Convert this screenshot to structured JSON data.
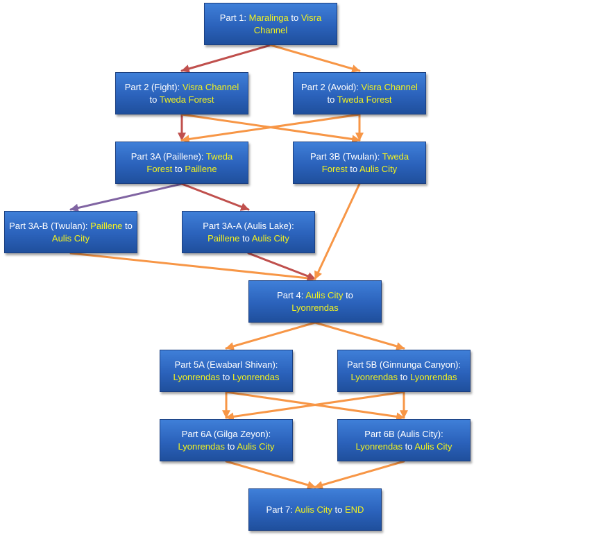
{
  "diagram": {
    "colors": {
      "box_top": "#3f7fd8",
      "box_bottom": "#1f4f9c",
      "text": "#ffffff",
      "place": "#f2f21f",
      "edge_red": "#c0504d",
      "edge_orange": "#f79646",
      "edge_purple": "#8064a2"
    },
    "nodes": [
      {
        "id": "p1",
        "segments": [
          {
            "t": "Part 1:  ",
            "y": false
          },
          {
            "t": "Maralinga",
            "y": true
          },
          {
            "t": " to ",
            "y": false
          },
          {
            "t": "Visra Channel",
            "y": true
          }
        ]
      },
      {
        "id": "p2f",
        "segments": [
          {
            "t": "Part 2 (Fight): ",
            "y": false
          },
          {
            "t": "Visra Channel",
            "y": true
          },
          {
            "t": " to ",
            "y": false
          },
          {
            "t": "Tweda Forest",
            "y": true
          }
        ]
      },
      {
        "id": "p2a",
        "segments": [
          {
            "t": "Part 2 (Avoid): ",
            "y": false
          },
          {
            "t": "Visra Channel",
            "y": true
          },
          {
            "t": " to ",
            "y": false
          },
          {
            "t": "Tweda Forest",
            "y": true
          }
        ]
      },
      {
        "id": "p3a",
        "segments": [
          {
            "t": "Part 3A (Paillene): ",
            "y": false
          },
          {
            "t": "Tweda Forest",
            "y": true
          },
          {
            "t": " to ",
            "y": false
          },
          {
            "t": "Paillene",
            "y": true
          }
        ]
      },
      {
        "id": "p3b",
        "segments": [
          {
            "t": "Part 3B (Twulan): ",
            "y": false
          },
          {
            "t": "Tweda Forest",
            "y": true
          },
          {
            "t": " to ",
            "y": false
          },
          {
            "t": "Aulis City",
            "y": true
          }
        ]
      },
      {
        "id": "p3ab",
        "segments": [
          {
            "t": "Part 3A-B (Twulan): ",
            "y": false
          },
          {
            "t": "Paillene",
            "y": true
          },
          {
            "t": " to ",
            "y": false
          },
          {
            "t": "Aulis City",
            "y": true
          }
        ]
      },
      {
        "id": "p3aa",
        "segments": [
          {
            "t": "Part 3A-A (Aulis Lake): ",
            "y": false
          },
          {
            "t": "Paillene",
            "y": true
          },
          {
            "t": " to ",
            "y": false
          },
          {
            "t": "Aulis City",
            "y": true
          }
        ]
      },
      {
        "id": "p4",
        "segments": [
          {
            "t": "Part 4:  ",
            "y": false
          },
          {
            "t": "Aulis City",
            "y": true
          },
          {
            "t": " to ",
            "y": false
          },
          {
            "t": "Lyonrendas",
            "y": true
          }
        ]
      },
      {
        "id": "p5a",
        "segments": [
          {
            "t": "Part 5A (Ewabarl Shivan): ",
            "y": false
          },
          {
            "t": "Lyonrendas",
            "y": true
          },
          {
            "t": " to ",
            "y": false
          },
          {
            "t": "Lyonrendas",
            "y": true
          }
        ]
      },
      {
        "id": "p5b",
        "segments": [
          {
            "t": "Part 5B (Ginnunga Canyon): ",
            "y": false
          },
          {
            "t": "Lyonrendas",
            "y": true
          },
          {
            "t": " to ",
            "y": false
          },
          {
            "t": "Lyonrendas",
            "y": true
          }
        ]
      },
      {
        "id": "p6a",
        "segments": [
          {
            "t": "Part 6A (Gilga Zeyon): ",
            "y": false
          },
          {
            "t": "Lyonrendas",
            "y": true
          },
          {
            "t": " to ",
            "y": false
          },
          {
            "t": "Aulis City",
            "y": true
          }
        ]
      },
      {
        "id": "p6b",
        "segments": [
          {
            "t": "Part 6B (Aulis City): ",
            "y": false
          },
          {
            "t": "Lyonrendas",
            "y": true
          },
          {
            "t": " to ",
            "y": false
          },
          {
            "t": "Aulis City",
            "y": true
          }
        ]
      },
      {
        "id": "p7",
        "segments": [
          {
            "t": "Part 7:  ",
            "y": false
          },
          {
            "t": "Aulis City",
            "y": true
          },
          {
            "t": " to ",
            "y": false
          },
          {
            "t": "END",
            "y": true
          }
        ]
      }
    ],
    "edges": [
      {
        "from": "p1",
        "to": "p2f",
        "color": "red"
      },
      {
        "from": "p1",
        "to": "p2a",
        "color": "orange"
      },
      {
        "from": "p2f",
        "to": "p3a",
        "color": "red"
      },
      {
        "from": "p2f",
        "to": "p3b",
        "color": "orange"
      },
      {
        "from": "p2a",
        "to": "p3a",
        "color": "orange"
      },
      {
        "from": "p2a",
        "to": "p3b",
        "color": "orange"
      },
      {
        "from": "p3a",
        "to": "p3ab",
        "color": "purple"
      },
      {
        "from": "p3a",
        "to": "p3aa",
        "color": "red"
      },
      {
        "from": "p3ab",
        "to": "p4",
        "color": "orange"
      },
      {
        "from": "p3aa",
        "to": "p4",
        "color": "red"
      },
      {
        "from": "p3b",
        "to": "p4",
        "color": "orange"
      },
      {
        "from": "p4",
        "to": "p5a",
        "color": "orange"
      },
      {
        "from": "p4",
        "to": "p5b",
        "color": "orange"
      },
      {
        "from": "p5a",
        "to": "p6a",
        "color": "orange"
      },
      {
        "from": "p5a",
        "to": "p6b",
        "color": "orange"
      },
      {
        "from": "p5b",
        "to": "p6a",
        "color": "orange"
      },
      {
        "from": "p5b",
        "to": "p6b",
        "color": "orange"
      },
      {
        "from": "p6a",
        "to": "p7",
        "color": "orange"
      },
      {
        "from": "p6b",
        "to": "p7",
        "color": "orange"
      }
    ]
  }
}
